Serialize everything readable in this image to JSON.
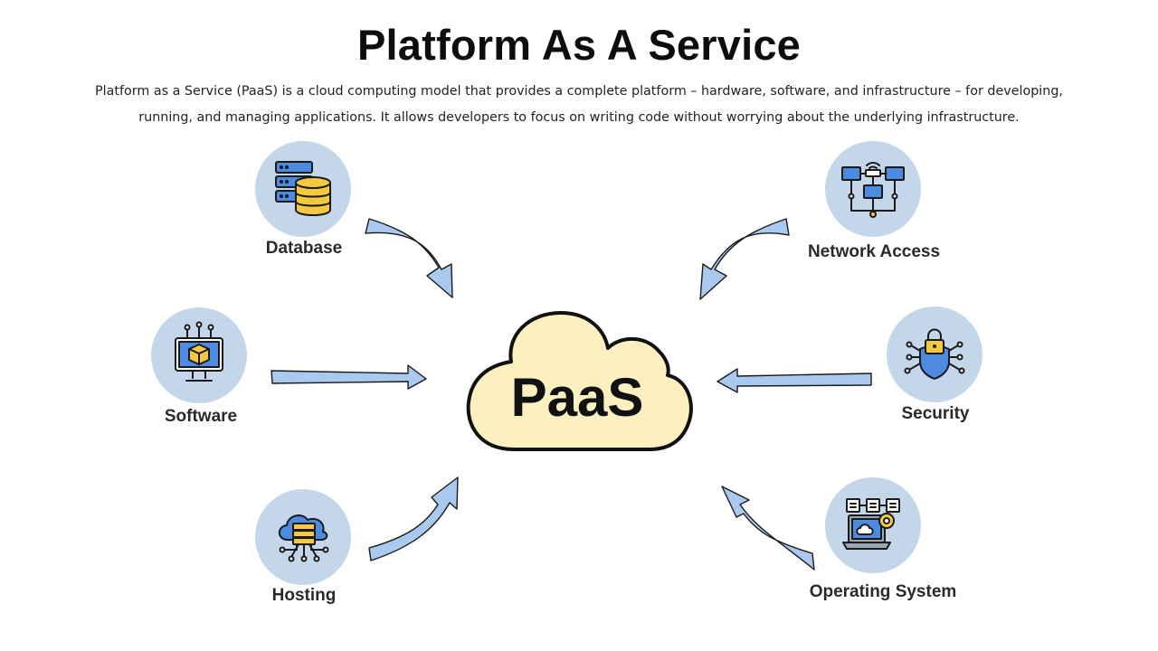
{
  "title": "Platform As A Service",
  "description_line1": "Platform as a Service (PaaS) is a cloud computing model that provides a complete platform – hardware, software, and infrastructure – for developing,",
  "description_line2": "running, and managing applications. It allows developers to focus on writing code without worrying about the underlying infrastructure.",
  "center": {
    "label": "PaaS"
  },
  "nodes": {
    "database": {
      "label": "Database",
      "icon": "database-server-icon"
    },
    "software": {
      "label": "Software",
      "icon": "monitor-cube-icon"
    },
    "hosting": {
      "label": "Hosting",
      "icon": "cloud-server-icon"
    },
    "network": {
      "label": "Network Access",
      "icon": "network-computers-icon"
    },
    "security": {
      "label": "Security",
      "icon": "shield-lock-icon"
    },
    "os": {
      "label": "Operating System",
      "icon": "laptop-gear-icon"
    }
  },
  "colors": {
    "circle": "#c3d6ea",
    "arrow": "#a9c9ee",
    "cloud": "#fdf0c0",
    "icon_blue": "#4c8be0",
    "icon_yellow": "#f5c842"
  }
}
